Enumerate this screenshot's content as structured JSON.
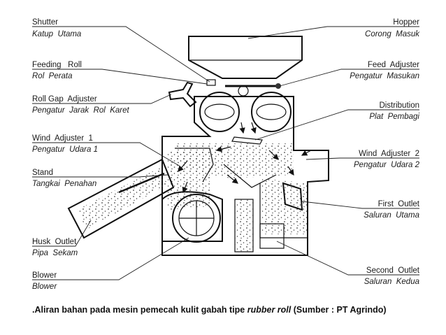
{
  "labels": {
    "shutter": {
      "en": "Shutter",
      "id": "Katup  Utama"
    },
    "feeding_roll": {
      "en": "Feeding   Roll",
      "id": "Rol  Perata"
    },
    "roll_gap": {
      "en": "Roll Gap  Adjuster",
      "id": "Pengatur  Jarak  Rol  Karet"
    },
    "wind1": {
      "en": "Wind  Adjuster  1",
      "id": "Pengatur  Udara 1"
    },
    "stand": {
      "en": "Stand",
      "id": "Tangkai  Penahan"
    },
    "husk": {
      "en": "Husk  Outlet",
      "id": "Pipa  Sekam"
    },
    "blower": {
      "en": "Blower",
      "id": "Blower"
    },
    "hopper": {
      "en": "Hopper",
      "id": "Corong  Masuk"
    },
    "feed_adj": {
      "en": "Feed  Adjuster",
      "id": "Pengatur  Masukan"
    },
    "distribution": {
      "en": "Distribution",
      "id": "Plat  Pembagi"
    },
    "wind2": {
      "en": "Wind  Adjuster  2",
      "id": "Pengatur  Udara 2"
    },
    "first_outlet": {
      "en": "First  Outlet",
      "id": "Saluran  Utama"
    },
    "second_outlet": {
      "en": "Second  Outlet",
      "id": "Saluran  Kedua"
    }
  },
  "caption": {
    "prefix": ".Aliran bahan pada mesin pemecah kulit gabah tipe ",
    "emph": "rubber roll",
    "suffix": " (Sumber : PT Agrindo)"
  }
}
